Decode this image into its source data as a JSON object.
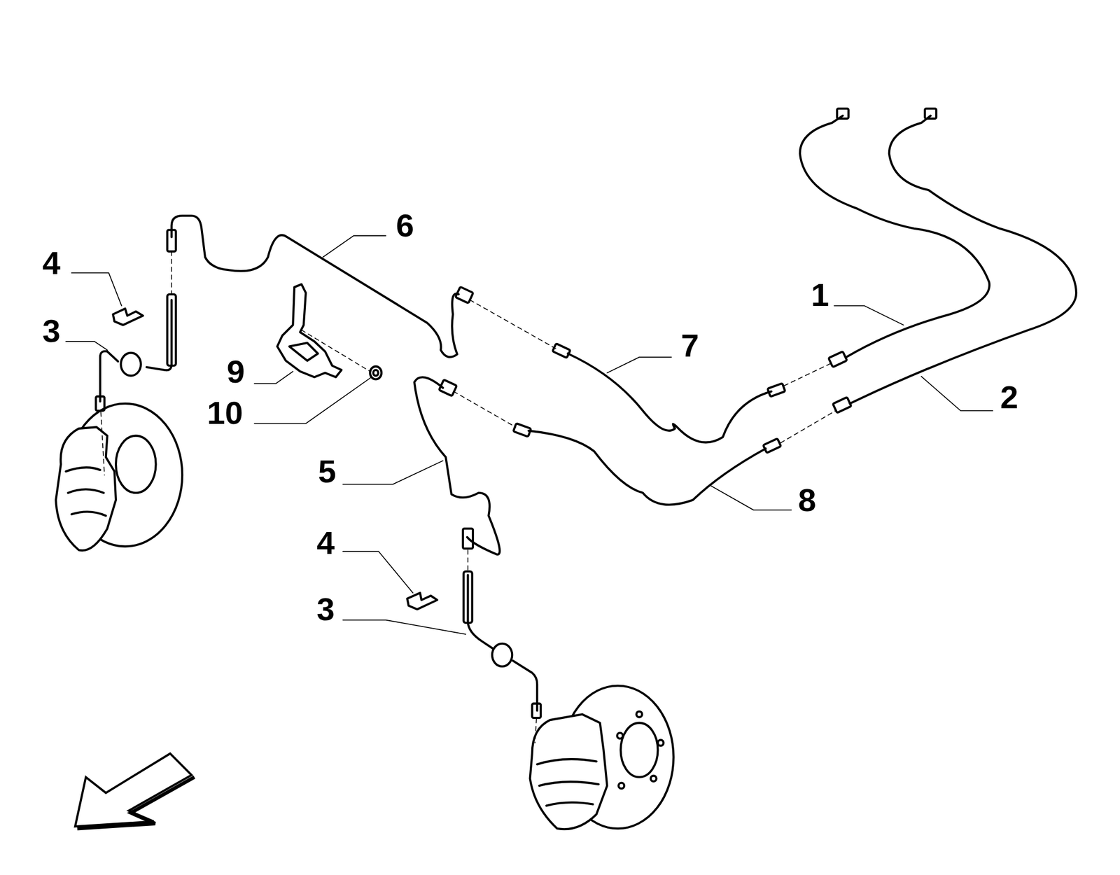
{
  "diagram": {
    "labels": [
      "6",
      "4",
      "1",
      "3",
      "7",
      "9",
      "2",
      "10",
      "5",
      "8",
      "4",
      "3"
    ]
  }
}
